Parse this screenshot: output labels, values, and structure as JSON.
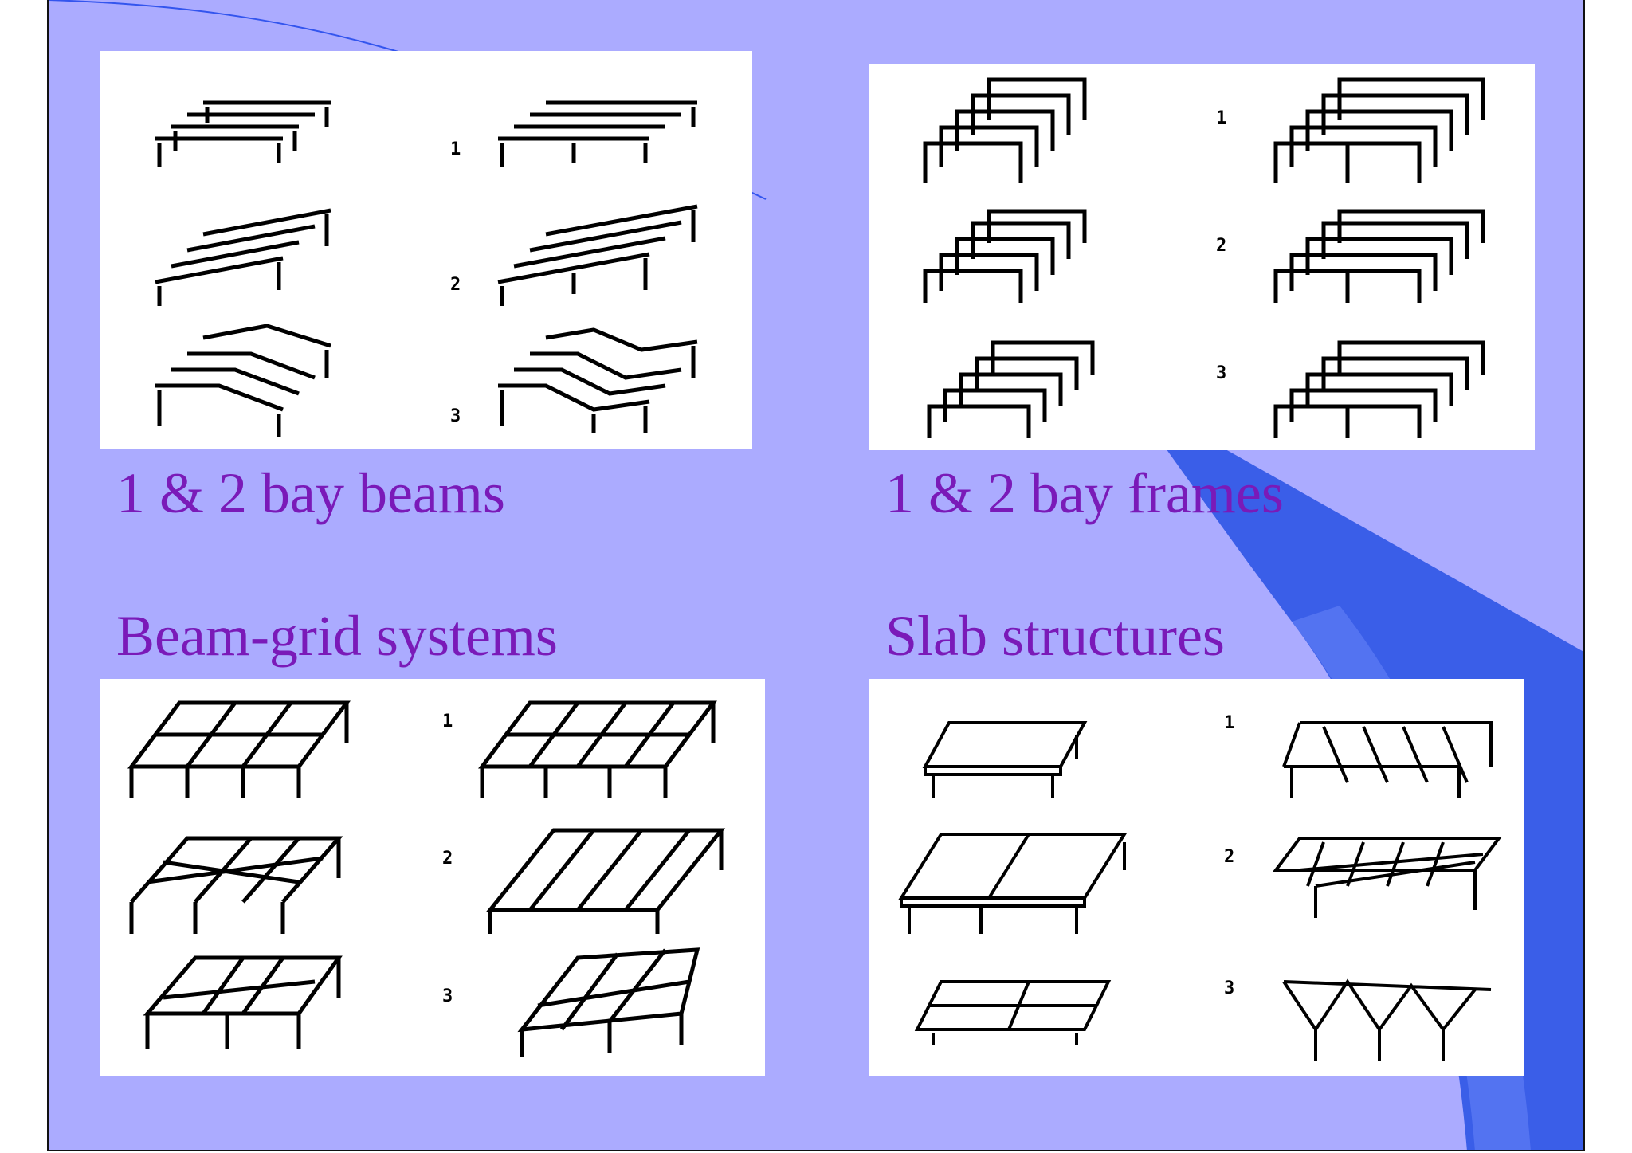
{
  "slide": {
    "background_color": "#ababff",
    "accent_color": "#3355ee",
    "caption_color": "#7a1ab8"
  },
  "panels": [
    {
      "id": "beams",
      "caption": "1 & 2 bay beams",
      "row_labels": [
        "1",
        "2",
        "3"
      ]
    },
    {
      "id": "frames",
      "caption": "1 & 2 bay frames",
      "row_labels": [
        "1",
        "2",
        "3"
      ]
    },
    {
      "id": "beam-grid",
      "caption": "Beam-grid systems",
      "row_labels": [
        "1",
        "2",
        "3"
      ]
    },
    {
      "id": "slabs",
      "caption": "Slab structures",
      "row_labels": [
        "1",
        "2",
        "3"
      ]
    }
  ]
}
